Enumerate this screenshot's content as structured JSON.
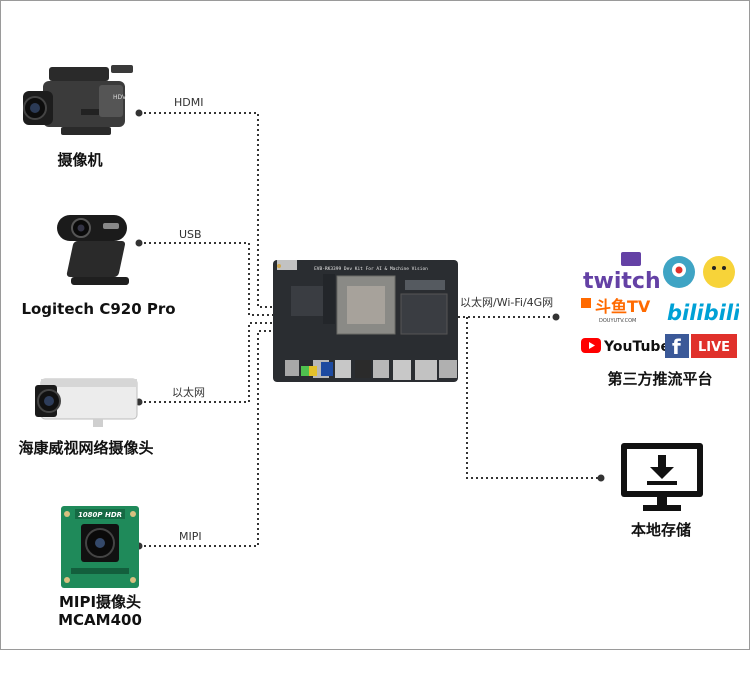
{
  "devices": {
    "camcorder": {
      "label": "摄像机",
      "conn": "HDMI",
      "badge": "HDV"
    },
    "webcam": {
      "label": "Logitech C920 Pro",
      "conn": "USB"
    },
    "ipcam": {
      "label": "海康威视网络摄像头",
      "conn": "以太网"
    },
    "mipi": {
      "label_line1": "MIPI摄像头",
      "label_line2": "MCAM400",
      "conn": "MIPI",
      "module_text": "1080P HDR"
    }
  },
  "board": {
    "silk_text": "EVB-RK3399 Dev Kit For AI & Machine Vision"
  },
  "network": {
    "conn": "以太网/Wi-Fi/4G网"
  },
  "platforms": {
    "label": "第三方推流平台",
    "twitch": "twitch",
    "douyu": "斗鱼TV",
    "douyu_url": "DOUYUTV.COM",
    "bilibili": "bilibili",
    "youtube": "YouTube",
    "live": "LIVE",
    "facebook": "f"
  },
  "storage": {
    "label": "本地存储"
  },
  "colors": {
    "line": "#333333",
    "twitch": "#6441a5",
    "periscope": "#3fa4c4",
    "youtube_red": "#ff0000",
    "facebook": "#3b5998",
    "live_red": "#e0312b",
    "bilibili": "#00a1d6",
    "douyu": "#ff6a00"
  }
}
